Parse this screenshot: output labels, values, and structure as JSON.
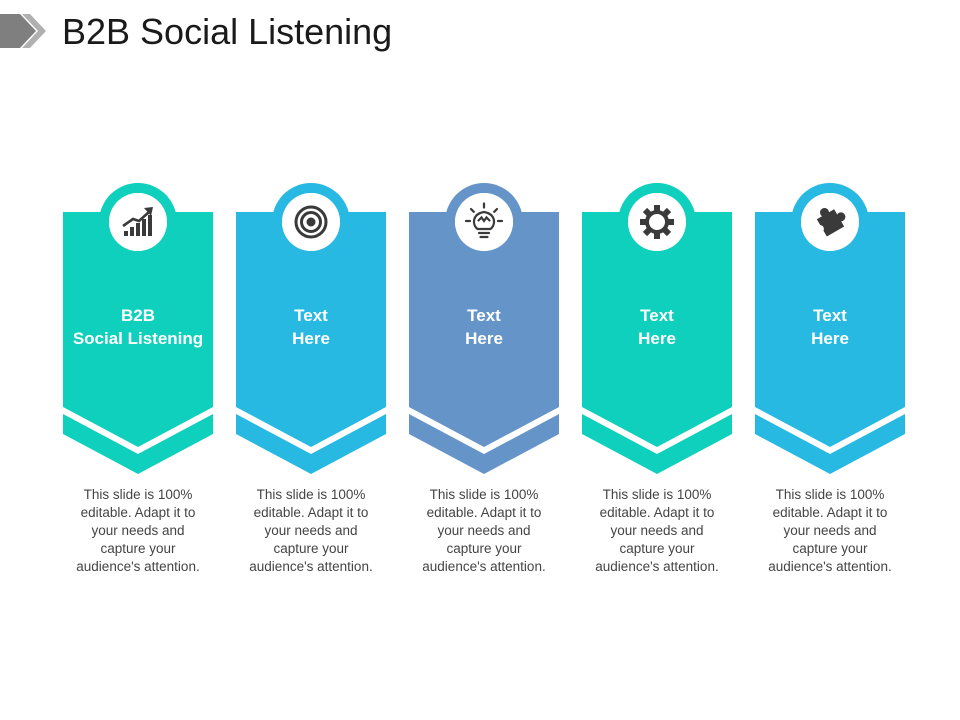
{
  "slide": {
    "title": "B2B Social Listening"
  },
  "colors": {
    "teal": "#0fcfbd",
    "sky": "#27b9e2",
    "steel": "#6595c8",
    "icon": "#3a3a3a",
    "desc_text": "#444444"
  },
  "cards": [
    {
      "icon": "growth-chart-icon",
      "color": "#0fcfbd",
      "label": [
        "B2B",
        "Social Listening"
      ],
      "desc": [
        "This slide is 100%",
        "editable. Adapt it to",
        "your needs and",
        "capture your",
        "audience's attention."
      ]
    },
    {
      "icon": "target-icon",
      "color": "#27b9e2",
      "label": [
        "Text",
        "Here"
      ],
      "desc": [
        "This slide is 100%",
        "editable. Adapt it to",
        "your needs and",
        "capture your",
        "audience's attention."
      ]
    },
    {
      "icon": "lightbulb-icon",
      "color": "#6595c8",
      "label": [
        "Text",
        "Here"
      ],
      "desc": [
        "This slide is 100%",
        "editable. Adapt it to",
        "your needs and",
        "capture your",
        "audience's attention."
      ]
    },
    {
      "icon": "gear-icon",
      "color": "#0fcfbd",
      "label": [
        "Text",
        "Here"
      ],
      "desc": [
        "This slide is 100%",
        "editable. Adapt it to",
        "your needs and",
        "capture your",
        "audience's attention."
      ]
    },
    {
      "icon": "puzzle-icon",
      "color": "#27b9e2",
      "label": [
        "Text",
        "Here"
      ],
      "desc": [
        "This slide is 100%",
        "editable. Adapt it to",
        "your needs and",
        "capture your",
        "audience's attention."
      ]
    }
  ]
}
